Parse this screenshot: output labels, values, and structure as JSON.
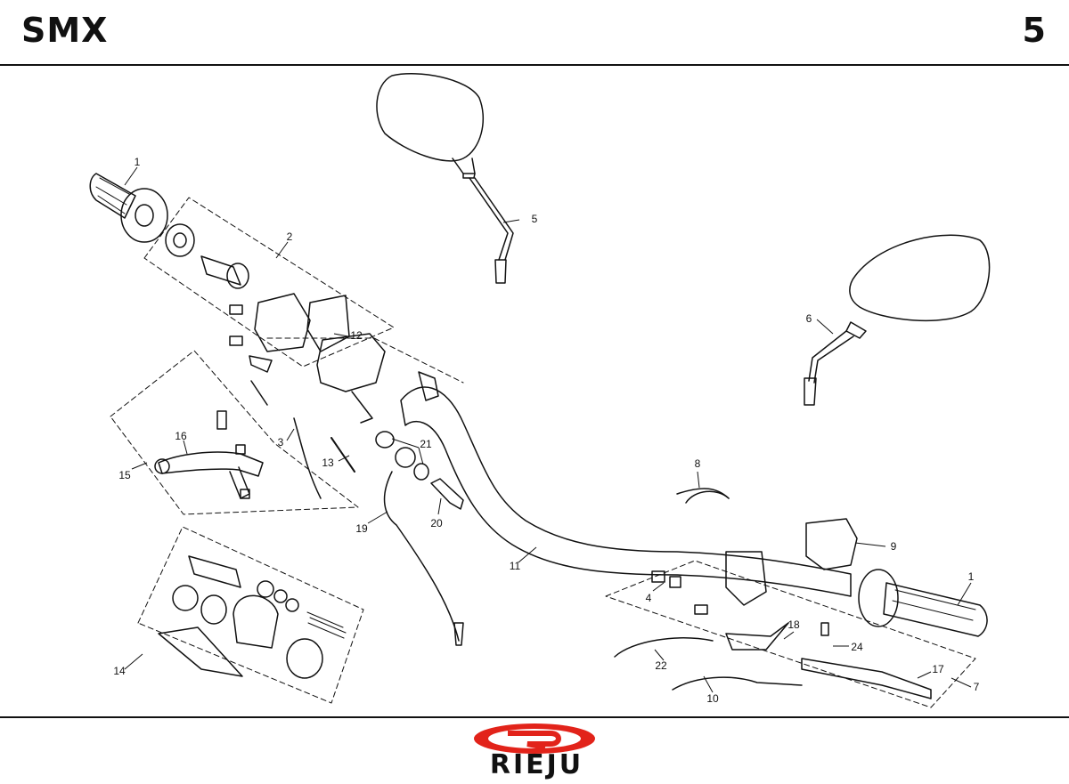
{
  "header": {
    "model": "SMX",
    "page": "5"
  },
  "callouts": {
    "c1a": "1",
    "c1b": "1",
    "c2": "2",
    "c3": "3",
    "c4": "4",
    "c5": "5",
    "c6": "6",
    "c7": "7",
    "c8": "8",
    "c9": "9",
    "c10": "10",
    "c11": "11",
    "c12": "12",
    "c13": "13",
    "c14": "14",
    "c15": "15",
    "c16": "16",
    "c17": "17",
    "c18": "18",
    "c19": "19",
    "c20": "20",
    "c21": "21",
    "c22": "22",
    "c24": "24"
  },
  "brand": {
    "logo_text": "RIEJU",
    "logo_color": "#e2231a"
  }
}
